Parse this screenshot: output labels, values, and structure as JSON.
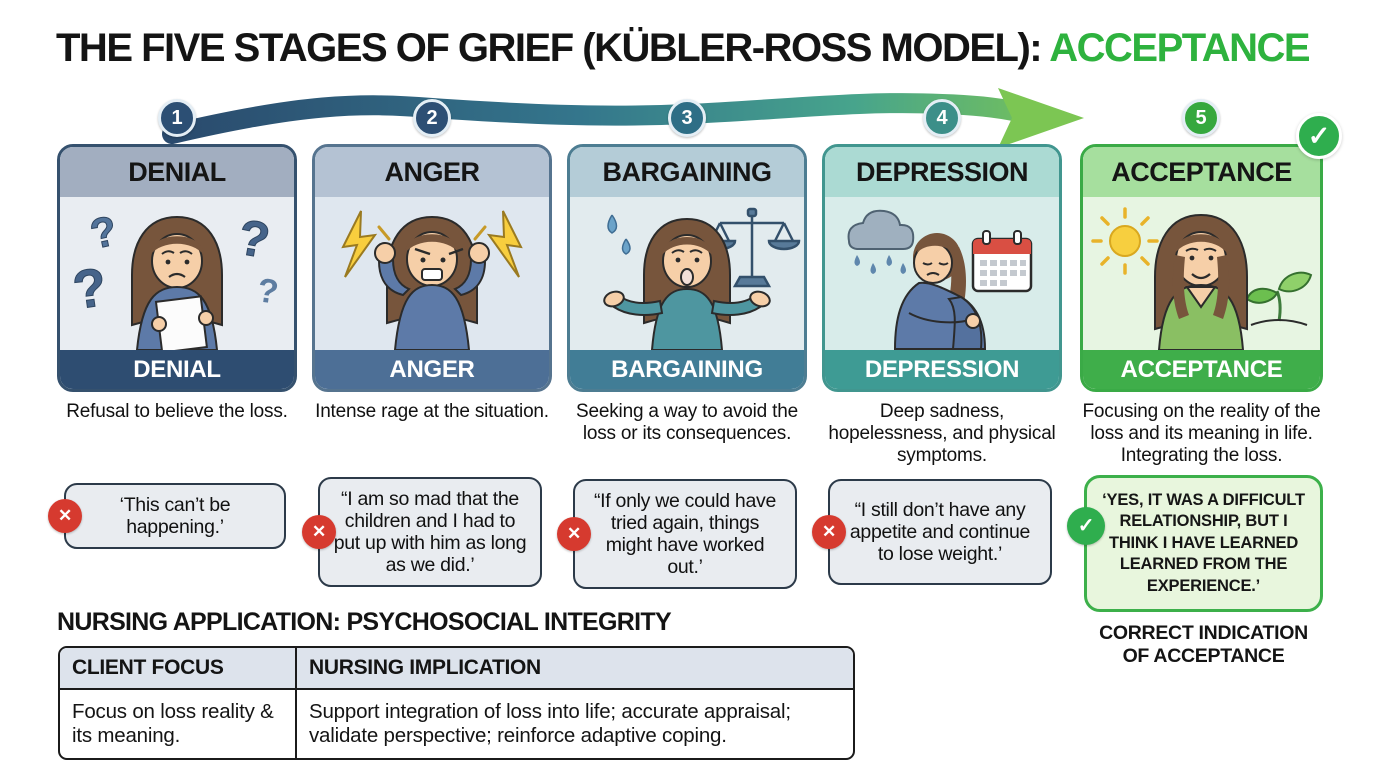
{
  "title": {
    "prefix": "THE FIVE STAGES OF GRIEF (KÜBLER-ROSS MODEL): ",
    "highlight": "ACCEPTANCE"
  },
  "qmark": "?",
  "badges": {
    "incorrect_glyph": "✕",
    "correct_glyph": "✓"
  },
  "stages": [
    {
      "number": "1",
      "name": "DENIAL",
      "description": "Refusal to believe the loss.",
      "quote": "‘This can’t be happening.’",
      "indication": "incorrect",
      "colors": {
        "circle": "#2c4f74",
        "border": "#35516e",
        "header_bg": "#a2aec0",
        "body_bg": "#e9edf2",
        "footer_bg": "#2e4d71"
      }
    },
    {
      "number": "2",
      "name": "ANGER",
      "description": "Intense rage at the situation.",
      "quote": "“I am so mad that the children and I had to put up with him as long as we did.’",
      "indication": "incorrect",
      "colors": {
        "circle": "#2d4f74",
        "border": "#56748f",
        "header_bg": "#b4c2d3",
        "body_bg": "#dfe7ef",
        "footer_bg": "#4d6f96"
      }
    },
    {
      "number": "3",
      "name": "BARGAINING",
      "description": "Seeking a way to avoid the loss or its consequences.",
      "quote": "“If only we could have tried again, things might have worked out.’",
      "indication": "incorrect",
      "colors": {
        "circle": "#2e6e86",
        "border": "#4d7d92",
        "header_bg": "#b4ccd7",
        "body_bg": "#e2ebee",
        "footer_bg": "#417d96"
      }
    },
    {
      "number": "4",
      "name": "DEPRESSION",
      "description": "Deep sadness, hopelessness, and physical symptoms.",
      "quote": "“I still don’t have any appetite and continue to lose weight.’",
      "indication": "incorrect",
      "colors": {
        "circle": "#3c8f89",
        "border": "#41968f",
        "header_bg": "#abdad3",
        "body_bg": "#d8ecea",
        "footer_bg": "#3e9b94"
      }
    },
    {
      "number": "5",
      "name": "ACCEPTANCE",
      "description": "Focusing on the reality of the loss and its meaning in life. Integrating the loss.",
      "quote": "‘YES, IT WAS A DIFFICULT RELATIONSHIP, BUT I THINK I HAVE LEARNED LEARNED FROM THE EXPERIENCE.’",
      "indication": "correct",
      "colors": {
        "circle": "#36a83e",
        "border": "#3aaa46",
        "header_bg": "#a6df9e",
        "body_bg": "#e7f5e2",
        "footer_bg": "#3fae4a"
      }
    }
  ],
  "acceptance_caption": "CORRECT INDICATION OF ACCEPTANCE",
  "nursing": {
    "heading": "NURSING APPLICATION: PSYCHOSOCIAL INTEGRITY",
    "table": {
      "headers": [
        "CLIENT FOCUS",
        "NURSING IMPLICATION"
      ],
      "rows": [
        [
          "Focus on loss reality & its meaning.",
          "Support integration of loss into life; accurate appraisal; validate perspective; reinforce adaptive coping."
        ]
      ]
    }
  },
  "colors": {
    "title_highlight": "#2eb23e",
    "incorrect_badge": "#d63a2f",
    "correct_badge": "#2fae4e",
    "arrow_start": "#2a4a6d",
    "arrow_mid": "#36808f",
    "arrow_end": "#7cc653",
    "quote_box_bg": "#e9ecf0",
    "accept_quote_bg": "#e8f6dd",
    "accept_quote_border": "#3cb04a",
    "table_header_bg": "#dde3ec"
  }
}
